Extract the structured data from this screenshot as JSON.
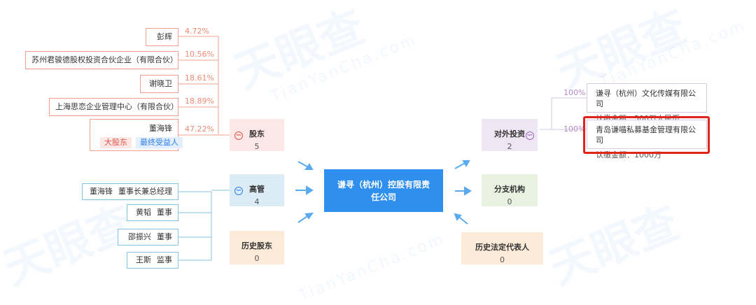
{
  "watermark": {
    "logo": "天眼查",
    "pinyin": "TianYanCha.com"
  },
  "center": {
    "name": "谦寻（杭州）控股有限责任公司"
  },
  "shareholders": {
    "label": "股东",
    "count": "5",
    "toggle": "−",
    "items": [
      {
        "name": "彭辉",
        "percent": "4.72%"
      },
      {
        "name": "苏州君骏德股权投资合伙企业（有限合伙）",
        "percent": "10.56%"
      },
      {
        "name": "谢晓卫",
        "percent": "18.61%"
      },
      {
        "name": "上海思恋企业管理中心（有限合伙）",
        "percent": "18.89%"
      },
      {
        "name": "董海锋",
        "percent": "47.22%",
        "tags": [
          "大股东",
          "最终受益人"
        ]
      }
    ]
  },
  "management": {
    "label": "高管",
    "count": "4",
    "toggle": "−",
    "items": [
      {
        "name": "董海锋",
        "role": "董事长兼总经理"
      },
      {
        "name": "黄韬",
        "role": "董事"
      },
      {
        "name": "邵振兴",
        "role": "董事"
      },
      {
        "name": "王斯",
        "role": "监事"
      }
    ]
  },
  "history_shareholders": {
    "label": "历史股东",
    "count": "0"
  },
  "investments": {
    "label": "对外投资",
    "count": "2",
    "toggle": "−",
    "items": [
      {
        "name": "谦寻（杭州）文化传媒有限公司",
        "amount": "认缴金额：500万人民币",
        "percent": "100%"
      },
      {
        "name": "青岛谦喵私募基金管理有限公司",
        "amount": "认缴金额：1000万",
        "percent": "100%"
      }
    ]
  },
  "branches": {
    "label": "分支机构",
    "count": "0"
  },
  "history_legal_rep": {
    "label": "历史法定代表人",
    "count": "0"
  },
  "colors": {
    "shareholder": "#fce8e6",
    "management": "#dcecf7",
    "history": "#fdebd9",
    "investment": "#efe6f4",
    "branch": "#e7f2e1",
    "accent": "#2f8fef",
    "highlight": "#e0261a"
  }
}
